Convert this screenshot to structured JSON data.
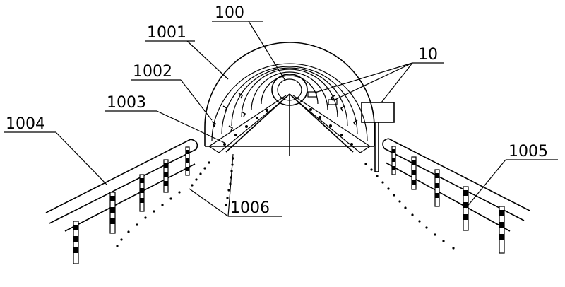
{
  "figure": {
    "labels": {
      "tunnel": "100",
      "arch_outer": "1001",
      "arch_lamps": "1002",
      "side_wall": "1003",
      "left_guardrail": "1004",
      "right_guardrail": "1005",
      "road_markers": "1006",
      "sign_devices": "10"
    }
  }
}
